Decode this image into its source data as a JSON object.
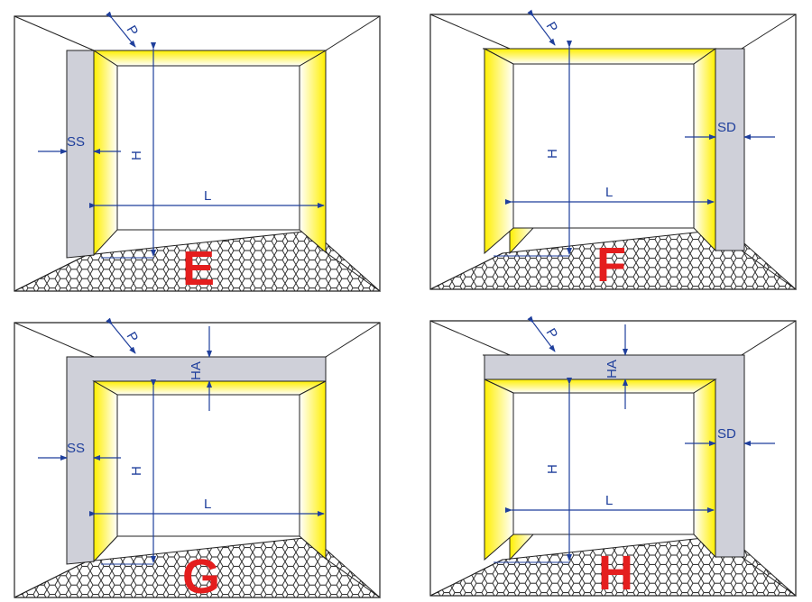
{
  "panels": [
    {
      "id": "E",
      "letter": "E",
      "dims": {
        "height": "H",
        "width": "L",
        "depth": "P",
        "side_left": "SS"
      }
    },
    {
      "id": "F",
      "letter": "F",
      "dims": {
        "height": "H",
        "width": "L",
        "depth": "P",
        "side_right": "SD"
      }
    },
    {
      "id": "G",
      "letter": "G",
      "dims": {
        "height": "H",
        "width": "L",
        "depth": "P",
        "side_left": "SS",
        "header": "HA"
      }
    },
    {
      "id": "H",
      "letter": "H",
      "dims": {
        "height": "H",
        "width": "L",
        "depth": "P",
        "side_right": "SD",
        "header": "HA"
      }
    }
  ],
  "colors": {
    "line": "#1f3f9c",
    "letter": "#e41e1e",
    "frame_yellow": "#ffef00",
    "wall_gray": "#cfd0d9",
    "outline": "#222222"
  }
}
